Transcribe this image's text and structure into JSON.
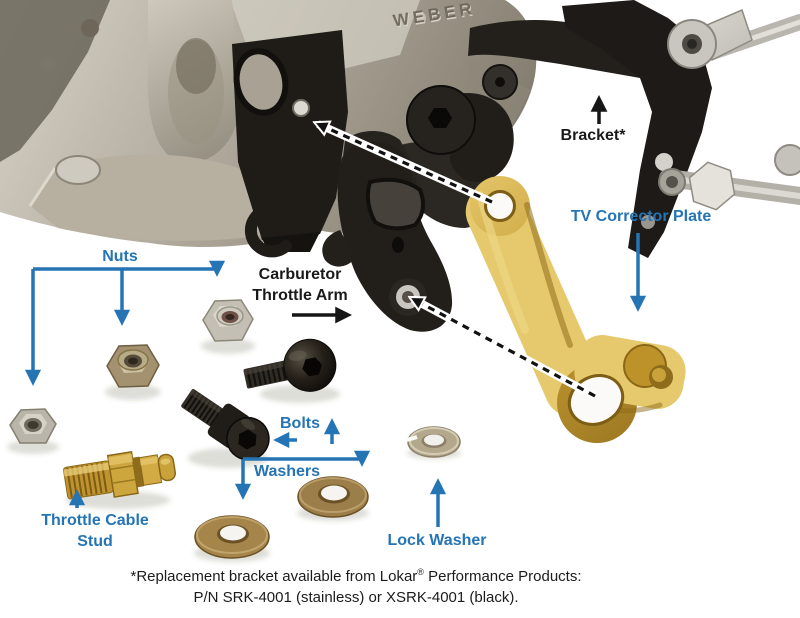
{
  "colors": {
    "label_blue": "#2574b4",
    "label_black": "#1a1a1a",
    "plate_gold": "#c49a33",
    "background": "#ffffff"
  },
  "photo": {
    "brand_text": "WEBER"
  },
  "labels": {
    "bracket": "Bracket*",
    "tv_corrector_plate": "TV Corrector Plate",
    "nuts": "Nuts",
    "carburetor_throttle_arm": [
      "Carburetor",
      "Throttle Arm"
    ],
    "bolts": "Bolts",
    "washers": "Washers",
    "lock_washer": "Lock Washer",
    "throttle_cable_stud": [
      "Throttle Cable",
      "Stud"
    ]
  },
  "caption": {
    "line1_before_reg": "*Replacement bracket available from Lokar",
    "registered_mark": "®",
    "line1_after_reg": " Performance Products:",
    "line2": "P/N SRK-4001 (stainless) or XSRK-4001 (black)."
  }
}
